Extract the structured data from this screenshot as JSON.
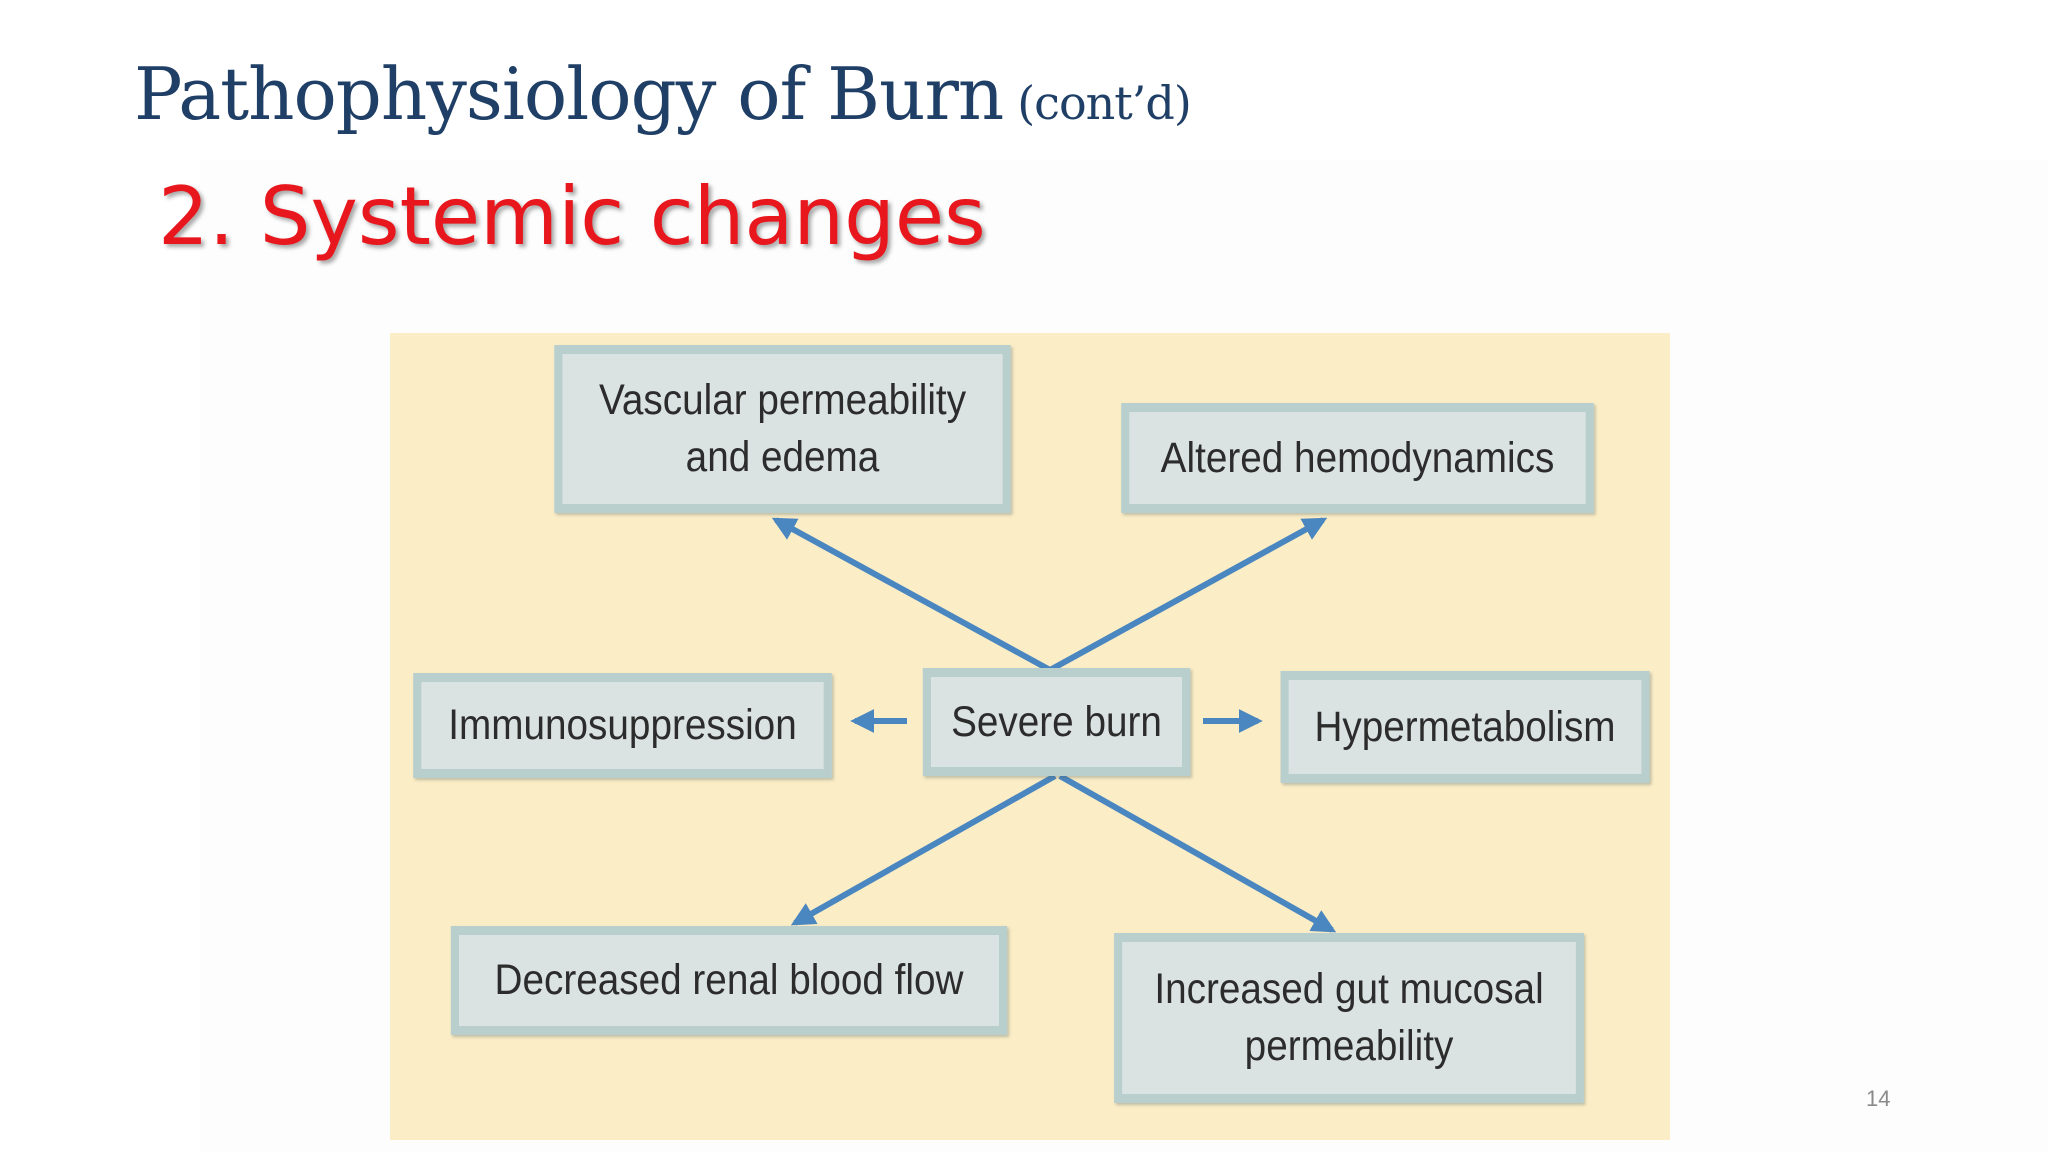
{
  "slide": {
    "title": "Pathophysiology of Burn",
    "title_suffix": "(cont’d)",
    "subtitle": "2. Systemic changes",
    "page_number": "14"
  },
  "diagram": {
    "center": "Severe burn",
    "nodes": {
      "vascular": "Vascular permeability\nand edema",
      "hemodynamics": "Altered hemodynamics",
      "immuno": "Immunosuppression",
      "hypermetabolism": "Hypermetabolism",
      "renal": "Decreased renal blood flow",
      "gut": "Increased gut mucosal\npermeability"
    }
  },
  "colors": {
    "title": "#1f3f66",
    "subtitle": "#e8171d",
    "diagram_background": "#fbedc6",
    "box_fill": "#dbe3e2",
    "box_border": "#b8cfce",
    "arrow": "#4a86c0"
  }
}
